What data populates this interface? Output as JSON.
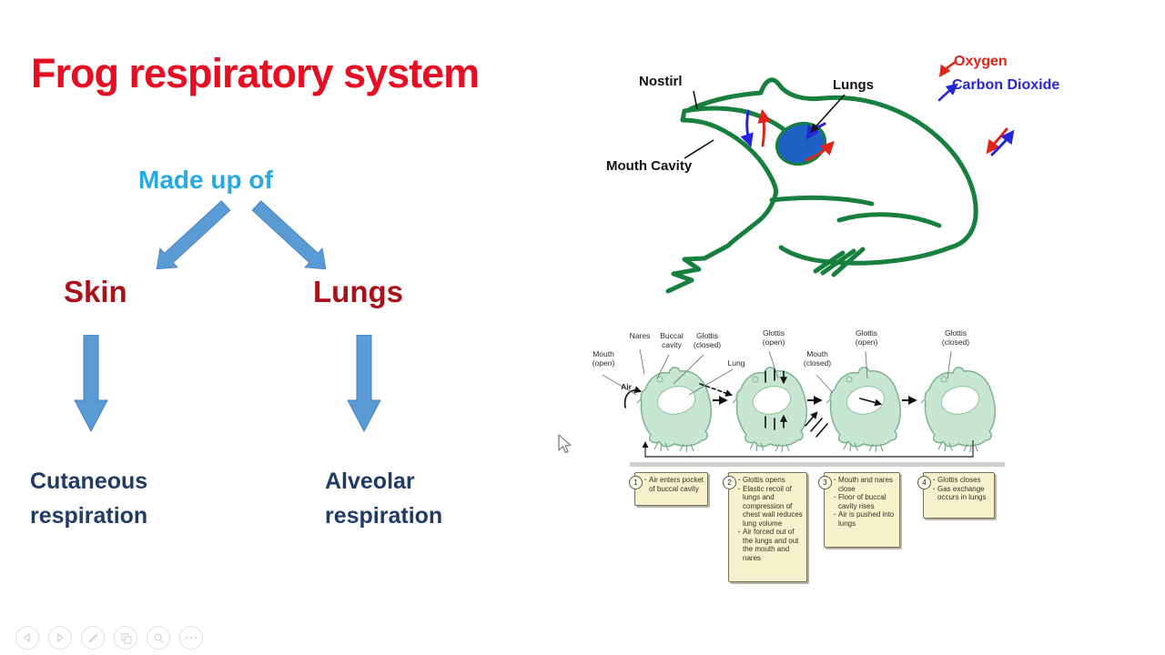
{
  "colors": {
    "title_red": "#e60e23",
    "cyan": "#26aadf",
    "dark_red": "#a9121b",
    "navy": "#1f3b66",
    "arrow_blue": "#5b9bd5",
    "frog_green": "#17803f",
    "lung_blue": "#1e62c4",
    "oxygen_red": "#e2231a",
    "co2_blue": "#2626d8",
    "mint_fill": "#c8e7d2",
    "box_yellow": "#f7f2cc"
  },
  "slide": {
    "title": "Frog respiratory system",
    "subtitle": "Made up of",
    "branch_left": "Skin",
    "branch_right": "Lungs",
    "leaf_left": "Cutaneous respiration",
    "leaf_right": "Alveolar respiration"
  },
  "frog_figure": {
    "labels": {
      "nostril": "Nostirl",
      "lungs": "Lungs",
      "mouth_cavity": "Mouth Cavity"
    },
    "legend": [
      {
        "label": "Oxygen",
        "color": "#e2231a",
        "arrow": "in-arrow-icon"
      },
      {
        "label": "Carbon Dioxide",
        "color": "#2626d8",
        "arrow": "out-arrow-icon"
      }
    ]
  },
  "cycle_figure": {
    "panel1": {
      "mouth": "Mouth (open)",
      "nares": "Nares",
      "buccal": "Buccal cavity",
      "glottis": "Glottis (closed)",
      "lung": "Lung",
      "air": "Air"
    },
    "panel2": {
      "glottis": "Glottis (open)"
    },
    "panel3": {
      "mouth": "Mouth (closed)",
      "glottis": "Glottis (open)"
    },
    "panel4": {
      "glottis": "Glottis (closed)"
    },
    "steps": [
      {
        "num": "1",
        "bullets": [
          "Air enters pocket of buccal cavity"
        ]
      },
      {
        "num": "2",
        "bullets": [
          "Glottis opens",
          "Elastic recoil of lungs and compression of chest wall reduces lung volume",
          "Air forced out of the lungs and out the mouth and nares"
        ]
      },
      {
        "num": "3",
        "bullets": [
          "Mouth and nares close",
          "Floor of buccal cavity rises",
          "Air is pushed into lungs"
        ]
      },
      {
        "num": "4",
        "bullets": [
          "Glottis closes",
          "Gas exchange occurs in lungs"
        ]
      }
    ]
  },
  "presenter_controls": [
    {
      "icon": "previous-arrow-icon"
    },
    {
      "icon": "next-arrow-icon"
    },
    {
      "icon": "pen-icon"
    },
    {
      "icon": "see-all-slides-icon"
    },
    {
      "icon": "magnifier-icon"
    },
    {
      "icon": "ellipsis-icon"
    }
  ]
}
